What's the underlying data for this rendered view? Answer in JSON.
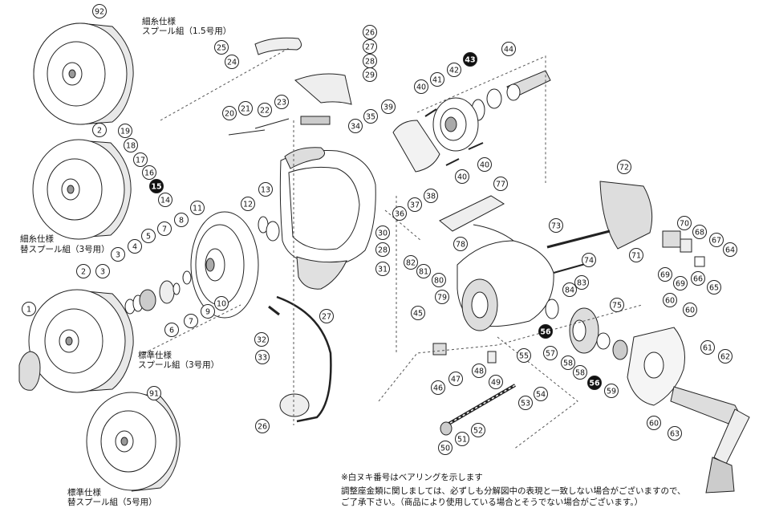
{
  "captions": {
    "thin_line_1_5_l1": "細糸仕様",
    "thin_line_1_5_l2": "スプール組（1.5号用）",
    "thin_line_3_l1": "細糸仕様",
    "thin_line_3_l2": "替スプール組（3号用）",
    "standard_3_l1": "標準仕様",
    "standard_3_l2": "スプール組（3号用）",
    "standard_5_l1": "標準仕様",
    "standard_5_l2": "替スプール組（5号用）"
  },
  "notes": {
    "bearing": "※白ヌキ番号はベアリングを示します",
    "line1": "調整座金類に関しましては、必ずしも分解図中の表現と一致しない場合がございますので、",
    "line2": "ご了承下さい。（商品により使用している場合とそうでない場合がございます。）"
  },
  "callouts": [
    {
      "n": "92",
      "bearing": false
    },
    {
      "n": "26",
      "bearing": false
    },
    {
      "n": "25",
      "bearing": false
    },
    {
      "n": "27",
      "bearing": false
    },
    {
      "n": "24",
      "bearing": false
    },
    {
      "n": "28",
      "bearing": false
    },
    {
      "n": "43",
      "bearing": true
    },
    {
      "n": "44",
      "bearing": false
    },
    {
      "n": "42",
      "bearing": false
    },
    {
      "n": "41",
      "bearing": false
    },
    {
      "n": "40",
      "bearing": false
    },
    {
      "n": "29",
      "bearing": false
    },
    {
      "n": "22",
      "bearing": false
    },
    {
      "n": "23",
      "bearing": false
    },
    {
      "n": "39",
      "bearing": false
    },
    {
      "n": "21",
      "bearing": false
    },
    {
      "n": "20",
      "bearing": false
    },
    {
      "n": "35",
      "bearing": false
    },
    {
      "n": "34",
      "bearing": false
    },
    {
      "n": "19",
      "bearing": false
    },
    {
      "n": "18",
      "bearing": false
    },
    {
      "n": "17",
      "bearing": false
    },
    {
      "n": "16",
      "bearing": false
    },
    {
      "n": "15",
      "bearing": true
    },
    {
      "n": "14",
      "bearing": false
    },
    {
      "n": "13",
      "bearing": false
    },
    {
      "n": "12",
      "bearing": false
    },
    {
      "n": "11",
      "bearing": false
    },
    {
      "n": "2",
      "bearing": false
    },
    {
      "n": "2",
      "bearing": false
    },
    {
      "n": "40",
      "bearing": false
    },
    {
      "n": "40",
      "bearing": false
    },
    {
      "n": "72",
      "bearing": false
    },
    {
      "n": "77",
      "bearing": false
    },
    {
      "n": "38",
      "bearing": false
    },
    {
      "n": "37",
      "bearing": false
    },
    {
      "n": "36",
      "bearing": false
    },
    {
      "n": "8",
      "bearing": false
    },
    {
      "n": "7",
      "bearing": false
    },
    {
      "n": "5",
      "bearing": false
    },
    {
      "n": "4",
      "bearing": false
    },
    {
      "n": "3",
      "bearing": false
    },
    {
      "n": "30",
      "bearing": false
    },
    {
      "n": "73",
      "bearing": false
    },
    {
      "n": "70",
      "bearing": false
    },
    {
      "n": "78",
      "bearing": false
    },
    {
      "n": "28",
      "bearing": false
    },
    {
      "n": "68",
      "bearing": false
    },
    {
      "n": "67",
      "bearing": false
    },
    {
      "n": "64",
      "bearing": false
    },
    {
      "n": "71",
      "bearing": false
    },
    {
      "n": "74",
      "bearing": false
    },
    {
      "n": "31",
      "bearing": false
    },
    {
      "n": "82",
      "bearing": false
    },
    {
      "n": "81",
      "bearing": false
    },
    {
      "n": "80",
      "bearing": false
    },
    {
      "n": "69",
      "bearing": false
    },
    {
      "n": "69",
      "bearing": false
    },
    {
      "n": "66",
      "bearing": false
    },
    {
      "n": "65",
      "bearing": false
    },
    {
      "n": "3",
      "bearing": false
    },
    {
      "n": "84",
      "bearing": false
    },
    {
      "n": "83",
      "bearing": false
    },
    {
      "n": "1",
      "bearing": false
    },
    {
      "n": "7",
      "bearing": false
    },
    {
      "n": "10",
      "bearing": false
    },
    {
      "n": "9",
      "bearing": false
    },
    {
      "n": "6",
      "bearing": false
    },
    {
      "n": "79",
      "bearing": false
    },
    {
      "n": "75",
      "bearing": false
    },
    {
      "n": "27",
      "bearing": false
    },
    {
      "n": "45",
      "bearing": false
    },
    {
      "n": "60",
      "bearing": false
    },
    {
      "n": "60",
      "bearing": false
    },
    {
      "n": "32",
      "bearing": false
    },
    {
      "n": "56",
      "bearing": true
    },
    {
      "n": "55",
      "bearing": false
    },
    {
      "n": "61",
      "bearing": false
    },
    {
      "n": "62",
      "bearing": false
    },
    {
      "n": "57",
      "bearing": false
    },
    {
      "n": "33",
      "bearing": false
    },
    {
      "n": "58",
      "bearing": false
    },
    {
      "n": "58",
      "bearing": false
    },
    {
      "n": "46",
      "bearing": false
    },
    {
      "n": "47",
      "bearing": false
    },
    {
      "n": "48",
      "bearing": false
    },
    {
      "n": "49",
      "bearing": false
    },
    {
      "n": "56",
      "bearing": true
    },
    {
      "n": "59",
      "bearing": false
    },
    {
      "n": "91",
      "bearing": false
    },
    {
      "n": "53",
      "bearing": false
    },
    {
      "n": "54",
      "bearing": false
    },
    {
      "n": "26",
      "bearing": false
    },
    {
      "n": "60",
      "bearing": false
    },
    {
      "n": "63",
      "bearing": false
    },
    {
      "n": "52",
      "bearing": false
    },
    {
      "n": "51",
      "bearing": false
    },
    {
      "n": "50",
      "bearing": false
    }
  ]
}
